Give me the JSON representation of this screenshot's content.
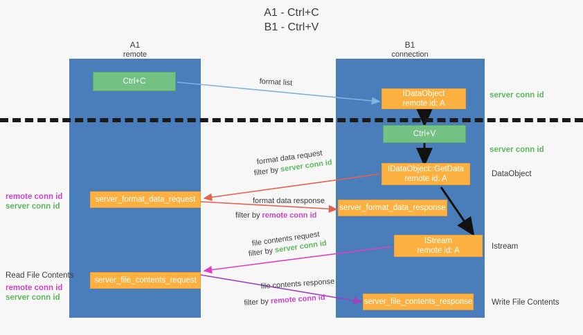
{
  "title": {
    "line1": "A1 - Ctrl+C",
    "line2": "B1 - Ctrl+V"
  },
  "columns": {
    "left": {
      "name": "A1",
      "role": "remote"
    },
    "right": {
      "name": "B1",
      "role": "connection"
    }
  },
  "boxes": {
    "ctrl_c": {
      "label": "Ctrl+C",
      "color": "#73c283"
    },
    "ctrl_v": {
      "label": "Ctrl+V",
      "color": "#73c283"
    },
    "idataobject": {
      "line1": "IDataObject",
      "line2": "remote id: A",
      "color": "#fbb040"
    },
    "getdata": {
      "line1": "IDataObject::GetData",
      "line2": "remote id: A",
      "color": "#fbb040"
    },
    "istream": {
      "line1": "IStream",
      "line2": "remote id: A",
      "color": "#fbb040"
    },
    "server_format_data_request": {
      "label": "server_format_data_request",
      "color": "#fbb040"
    },
    "server_format_data_response": {
      "label": "server_format_data_response",
      "color": "#fbb040"
    },
    "server_file_contents_request": {
      "label": "server_file_contents_request",
      "color": "#fbb040"
    },
    "server_file_contents_response": {
      "label": "server_file_contents_response",
      "color": "#fbb040"
    }
  },
  "right_labels": {
    "server_conn_id_top": "server conn id",
    "server_conn_id_mid": "server conn id",
    "dataobject": "DataObject",
    "istream": "Istream",
    "write_file_contents": "Write File Contents"
  },
  "left_labels": {
    "format_remote": "remote conn id",
    "format_server": "server conn id",
    "read_file_contents": "Read File Contents",
    "file_remote": "remote conn id",
    "file_server": "server conn id"
  },
  "edges": {
    "format_list": "format list",
    "format_data_request": "format data request",
    "format_data_request_filter_prefix": "filter by ",
    "format_data_request_filter_key": "server conn id",
    "format_data_response": "format data response",
    "format_data_response_filter_prefix": "filter by ",
    "format_data_response_filter_key": "remote conn id",
    "file_contents_request": "file contents request",
    "file_contents_request_filter_prefix": "filter by ",
    "file_contents_request_filter_key": "server conn id",
    "file_contents_response": "file contents response",
    "file_contents_response_filter_prefix": "filter by ",
    "file_contents_response_filter_key": "remote conn id"
  },
  "colors": {
    "lane": "#4a7ebb",
    "green_box": "#73c283",
    "orange_box": "#fbb040",
    "green_text": "#5cb85c",
    "purple_text": "#cc44cc",
    "arrow_blue": "#7fb3e0",
    "arrow_red": "#e8604c",
    "arrow_magenta": "#e040c0",
    "arrow_purple": "#a040c0",
    "arrow_black": "#111111",
    "divider": "#1a1a1a",
    "background": "#f7f7f7"
  }
}
